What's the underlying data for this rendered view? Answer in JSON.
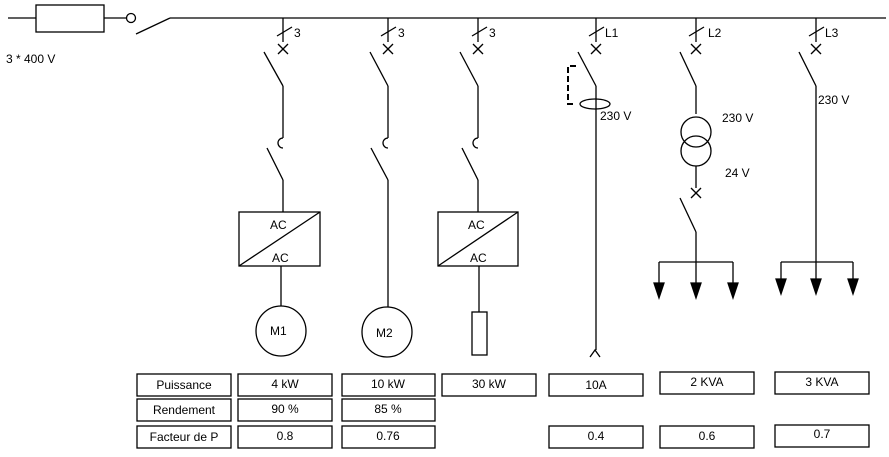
{
  "supply": {
    "voltage": "3 * 400 V"
  },
  "branches": [
    {
      "id": "b1",
      "poles": "3",
      "converter_top": "AC",
      "converter_bottom": "AC",
      "load": "M1"
    },
    {
      "id": "b2",
      "poles": "3",
      "load": "M2"
    },
    {
      "id": "b3",
      "poles": "3",
      "converter_top": "AC",
      "converter_bottom": "AC"
    },
    {
      "id": "b4",
      "phase": "L1",
      "voltage": "230 V"
    },
    {
      "id": "b5",
      "phase": "L2",
      "primary_voltage": "230 V",
      "secondary_voltage": "24 V"
    },
    {
      "id": "b6",
      "phase": "L3",
      "voltage": "230 V"
    }
  ],
  "table": {
    "row_labels": [
      "Puissance",
      "Rendement",
      "Facteur de P"
    ],
    "puissance": [
      "4 kW",
      "10 kW",
      "30 kW",
      "10A",
      "2 KVA",
      "3 KVA"
    ],
    "rendement": [
      "90 %",
      "85 %"
    ],
    "facteur": [
      "0.8",
      "0.76",
      "",
      "0.4",
      "0.6",
      "0.7"
    ]
  }
}
